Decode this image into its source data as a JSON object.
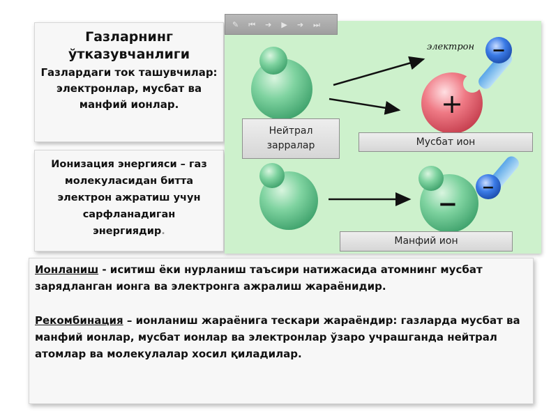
{
  "title_panel": {
    "title_line1": "Газларнинг",
    "title_line2": "ўтказувчанлиги",
    "subtitle_line1": "Газлардаги ток ташувчилар:",
    "subtitle_line2": "электронлар, мусбат ва",
    "subtitle_line3": "манфий ионлар."
  },
  "ionization_panel": {
    "line1": "Ионизация энергияси – газ",
    "line2": "молекуласидан битта",
    "line3": "электрон ажратиш учун",
    "line4": "сарфланадиган",
    "line5": "энергиядир",
    "line5_end": "."
  },
  "bottom_panel": {
    "ionization_term": "Ионланиш",
    "ionization_text": " - иситиш ёки нурланиш таъсири натижасида атомнинг мусбат зарядланган ионга ва электронга ажралиш жараёнидир.",
    "recombination_term": "Рекомбинация",
    "recombination_text": " – ионланиш жараёнига тескари жараёндир: газларда мусбат ва манфий ионлар, мусбат ионлар ва электронлар ўзаро учрашганда нейтрал атомлар ва молекулалар хосил қиладилар."
  },
  "simulation": {
    "electron_label": "электрон",
    "neutral_label_line1": "Нейтрал",
    "neutral_label_line2": "зарралар",
    "positive_ion_label": "Мусбат ион",
    "negative_ion_label": "Манфий ион",
    "plus_sign": "+",
    "minus_sign": "−",
    "toolbar_icons": [
      "pencil-icon",
      "skip-back-icon",
      "step-forward-icon",
      "play-icon",
      "step-forward-icon",
      "skip-forward-icon"
    ],
    "colors": {
      "background": "#cdf1cc",
      "neutral_particle": "#5cc486",
      "positive_ion": "#e5616e",
      "electron": "#2d6fdc",
      "electron_tail": "#8cc6f2"
    }
  }
}
